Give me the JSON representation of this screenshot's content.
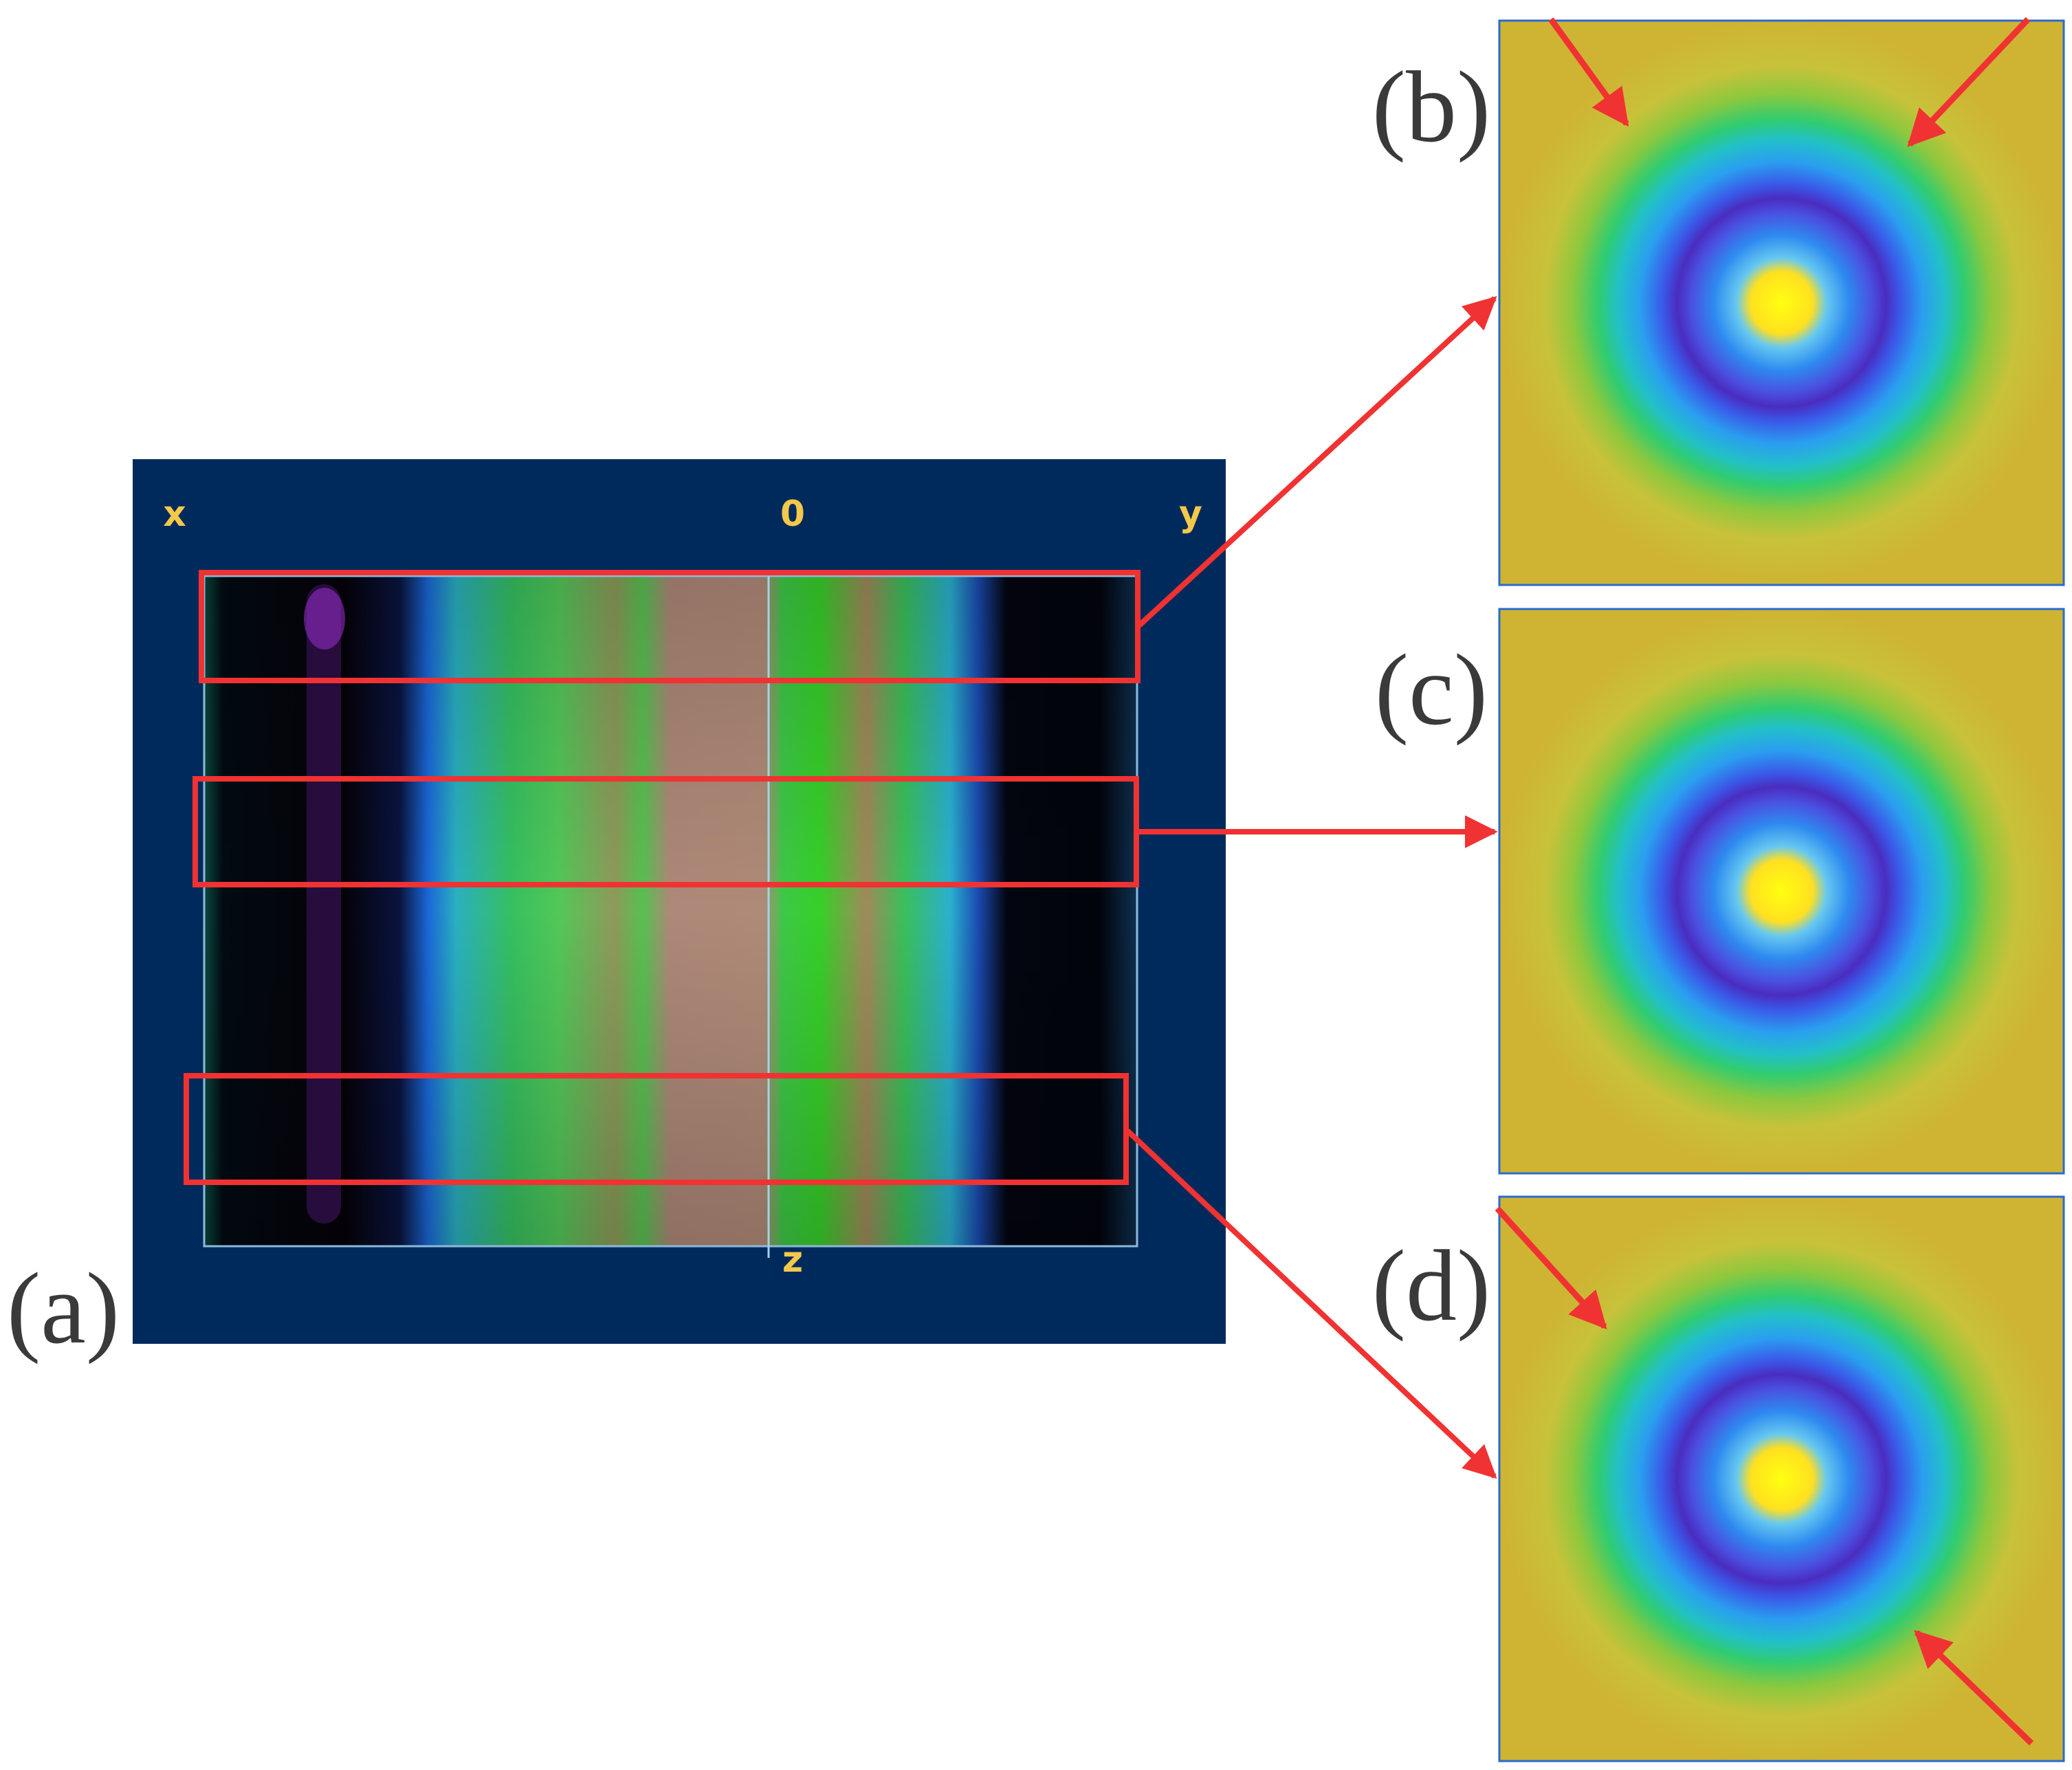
{
  "figure": {
    "panels": {
      "a": {
        "label": "(a)"
      },
      "b": {
        "label": "(b)"
      },
      "c": {
        "label": "(c)"
      },
      "d": {
        "label": "(d)"
      }
    },
    "axis_labels": {
      "x": "x",
      "origin": "0",
      "y": "y",
      "z": "z"
    }
  },
  "colors": {
    "frame_background": "#002a5c",
    "highlight_red": "#f03232",
    "map_background": "#c8c23a",
    "ring_dark": "#4830c8",
    "core_yellow": "#ffe010",
    "axis_label_color": "#f4c84a"
  }
}
